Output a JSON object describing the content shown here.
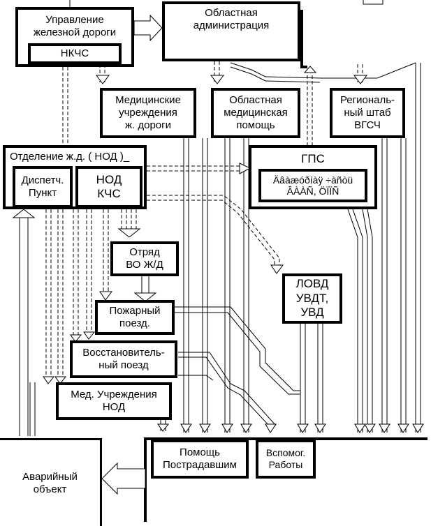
{
  "diagram": {
    "railway_admin": "Управление\nжелезной дороги",
    "nkchs": "НКЧС",
    "regional_admin": "Областная\nадминистрация",
    "rail_medical": "Медицинские\nучреждения\nж. дороги",
    "regional_medical": "Областная\nмедицинская\nпомощь",
    "regional_hq": "Региональ-\nный штаб\nВГСЧ",
    "rail_division": "Отделение ж.д. ( НОД )_",
    "dispatch": "Диспетч.\nПункт",
    "nod_kchs": "НОД\nКЧС",
    "gps_title": "ГПС",
    "gps_sub": "Äâàæóðíàÿ ÷àñòü\nÂÀÀÑ,    ÖÏÏÑ",
    "detachment": "Отряд\nВО   Ж/Д",
    "lovd": "ЛОВД\nУВДТ,\nУВД",
    "fire_train": "Пожарный\nпоезд.",
    "recovery_train": "Восстановитель-\nный поезд",
    "nod_medical": "Мед. Учреждения\nНОД",
    "victims_help": "Помощь\nПострадавшим",
    "aux_works": "Вспомог.\nРаботы",
    "accident_site": "Аварийный\nобъект"
  }
}
